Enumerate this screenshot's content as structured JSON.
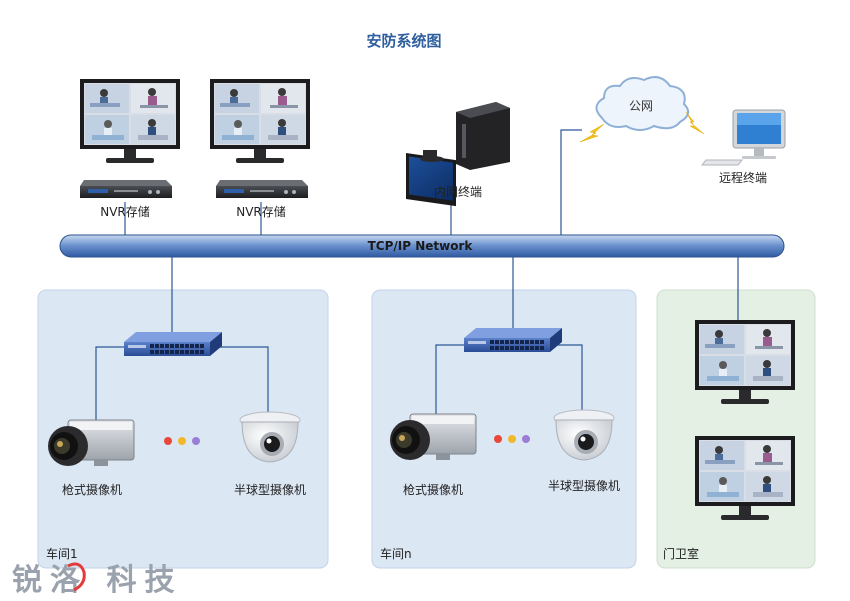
{
  "diagram": {
    "title": "安防系统图",
    "bus_label": "TCP/IP Network",
    "nodes": {
      "nvr1": "NVR存储",
      "nvr2": "NVR存储",
      "intranet_terminal": "内网终端",
      "public_network": "公网",
      "remote_terminal": "远程终端"
    },
    "areas": [
      {
        "name": "车间1",
        "gun_camera": "枪式摄像机",
        "dome_camera": "半球型摄像机"
      },
      {
        "name": "车间n",
        "gun_camera": "枪式摄像机",
        "dome_camera": "半球型摄像机"
      },
      {
        "name": "门卫室"
      }
    ],
    "brand_logo": "锐洛 科技",
    "colors": {
      "area_blue": "#dce7f4",
      "area_green": "#e4f0e3",
      "bus": "#3f6db5",
      "switch": "#3a5fb0",
      "line": "#2b5797"
    }
  }
}
